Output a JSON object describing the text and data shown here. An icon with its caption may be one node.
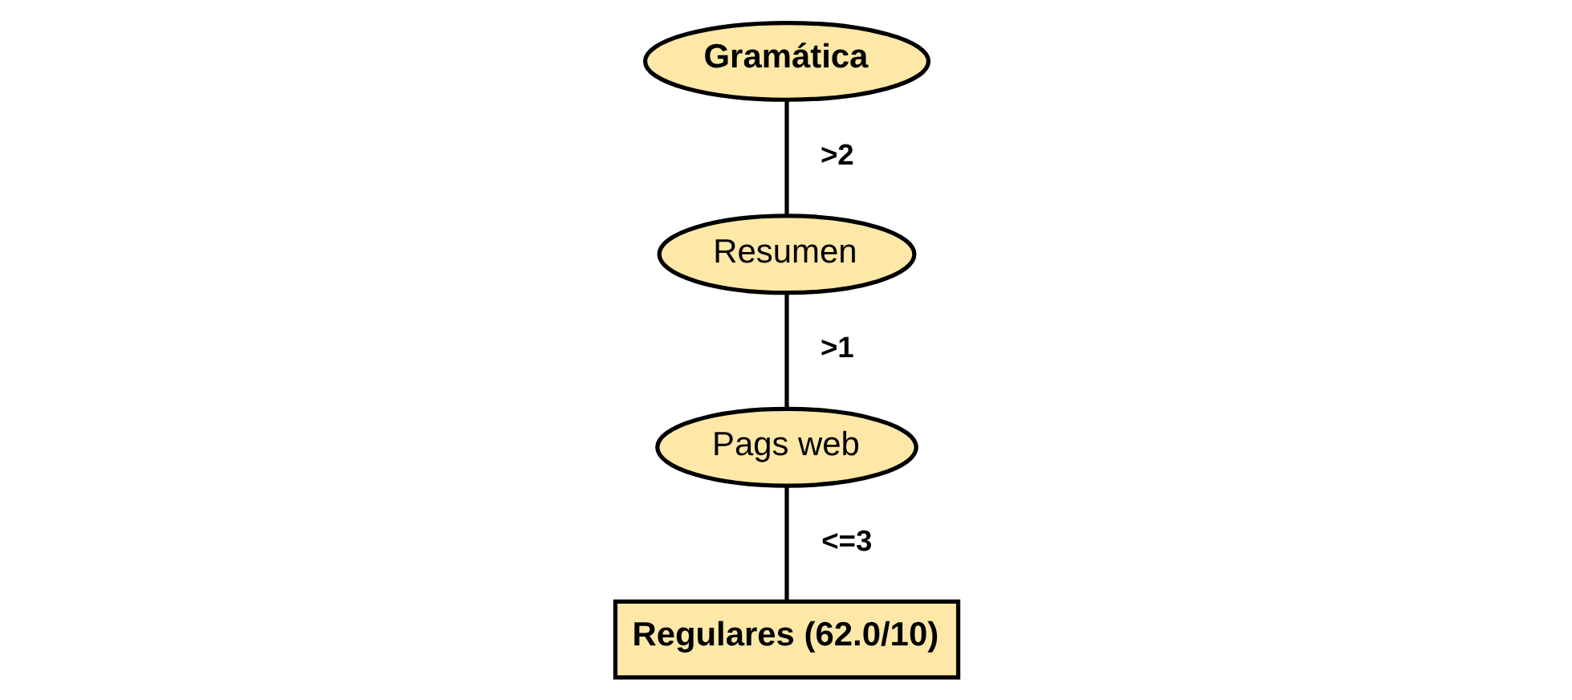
{
  "diagram": {
    "nodes": [
      {
        "text": [
          "Gramática"
        ]
      },
      {
        "text": [
          "Resumen"
        ]
      },
      {
        "text": [
          "Pags web"
        ]
      },
      {
        "text": [
          "Regulares (62.0/10)"
        ]
      }
    ],
    "edges": [
      {
        "from": 0,
        "to": 1,
        "arrow": "none",
        "label": ">2"
      },
      {
        "from": 1,
        "to": 2,
        "arrow": "none",
        "label": ">1"
      },
      {
        "from": 2,
        "to": 3,
        "arrow": "none",
        "label": "<=3"
      }
    ]
  }
}
